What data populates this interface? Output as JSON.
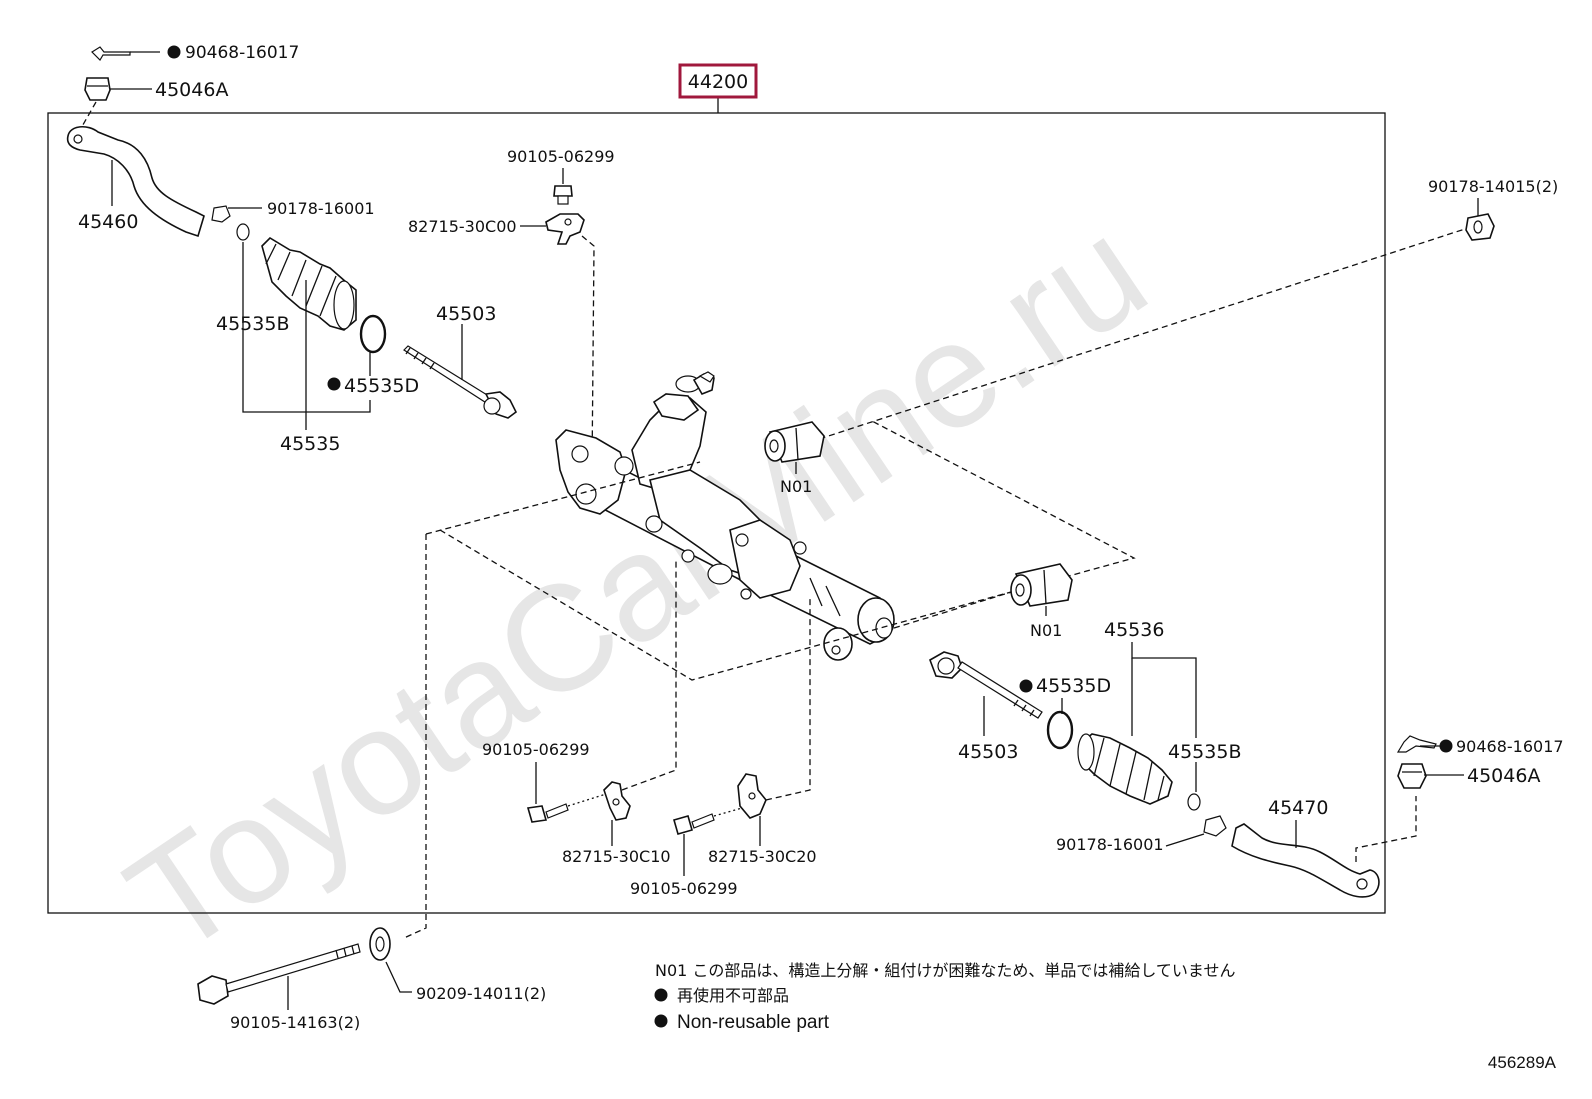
{
  "watermark": "ToyotaCarMine.ru",
  "assembly_number": "44200",
  "accent_color": "#a0183c",
  "figure_id": "456289A",
  "labels": {
    "cotter_pin_left": "90468-16017",
    "nut_left": "45046A",
    "tie_rod_end_left": "45460",
    "clip_left": "90178-16001",
    "boot_left": "45535B",
    "clamp_left": "45535D",
    "boot_kit_left": "45535",
    "tie_rod_left": "45503",
    "bolt_top": "90105-06299",
    "bracket_top": "82715-30C00",
    "nut_right_top": "90178-14015(2)",
    "bushing_upper": "N01",
    "bushing_lower": "N01",
    "boot_kit_right": "45536",
    "clamp_right": "45535D",
    "tie_rod_right": "45503",
    "boot_right": "45535B",
    "cotter_pin_right": "90468-16017",
    "nut_right": "45046A",
    "tie_rod_end_right": "45470",
    "clip_right": "90178-16001",
    "bolt_mid": "90105-06299",
    "bracket_mid": "82715-30C10",
    "bolt_low": "90105-06299",
    "bracket_low": "82715-30C20",
    "washer": "90209-14011(2)",
    "long_bolt": "90105-14163(2)"
  },
  "notes": {
    "n01": "N01 この部品は、構造上分解・組付けが困難なため、単品では補給していません",
    "non_reusable_jp": "再使用不可部品",
    "non_reusable_en": "Non-reusable part"
  }
}
